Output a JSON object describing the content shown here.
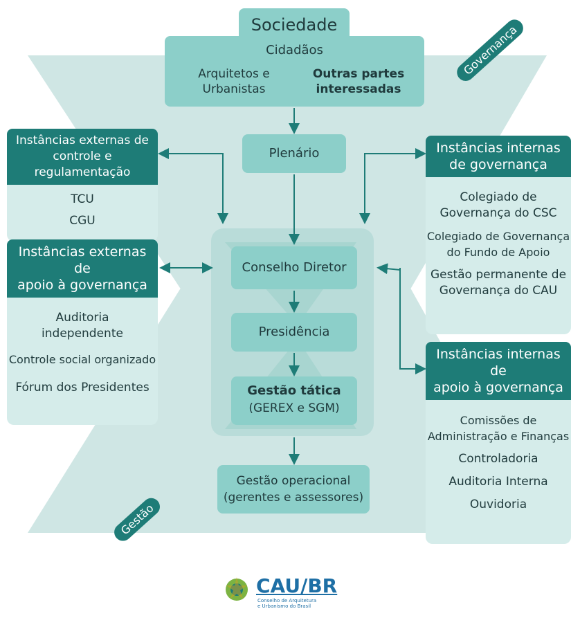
{
  "top": {
    "title": "Sociedade",
    "subtitle": "Cidadãos",
    "left_group": "Arquitetos e\nUrbanistas",
    "right_group": "Outras partes\ninteressadas"
  },
  "governanca_label": "Governança",
  "gestao_label": "Gestão",
  "plenario": "Plenário",
  "conselho": "Conselho Diretor",
  "presidencia": "Presidência",
  "gestao_tatica": {
    "title": "Gestão tática",
    "subtitle": "(GEREX e SGM)"
  },
  "gestao_operacional": "Gestão operacional\n(gerentes e assessores)",
  "ext_controle": {
    "title": "Instâncias externas de\ncontrole e regulamentação",
    "items": [
      "TCU",
      "CGU"
    ]
  },
  "ext_apoio": {
    "title": "Instâncias externas de\napoio à governança",
    "items": [
      "Auditoria\nindependente",
      "Controle social organizado",
      "Fórum dos Presidentes"
    ]
  },
  "int_governanca": {
    "title": "Instâncias internas\nde governança",
    "items": [
      "Colegiado de\nGovernança do CSC",
      "Colegiado de Governança\ndo Fundo de Apoio",
      "Gestão permanente de\nGovernança do CAU"
    ]
  },
  "int_apoio": {
    "title": "Instâncias internas de\napoio à governança",
    "items": [
      "Comissões de\nAdministração e Finanças",
      "Controladoria",
      "Auditoria Interna",
      "Ouvidoria"
    ]
  },
  "logo": {
    "brand": "CAU/BR",
    "tagline": "Conselho de Arquitetura\ne Urbanismo do Brasil"
  },
  "colors": {
    "dark": "#1e7c77",
    "mid": "#8ccfc9",
    "light": "#bfe2df",
    "pale": "#d5ecea",
    "funnel": "#cfe6e4"
  }
}
